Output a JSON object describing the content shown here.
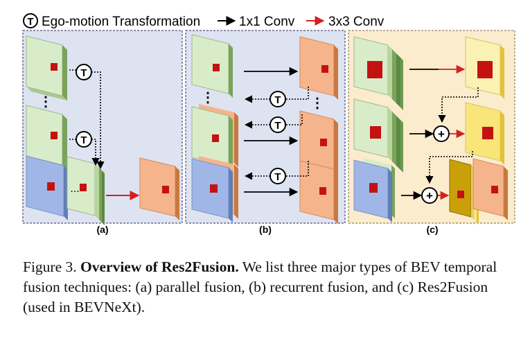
{
  "legend": {
    "t_symbol": "T",
    "ego_label": "Ego-motion Transformation",
    "conv1_label": "1x1 Conv",
    "conv3_label": "3x3 Conv"
  },
  "panels": {
    "a_label": "(a)",
    "b_label": "(b)",
    "c_label": "(c)"
  },
  "diagram": {
    "t_symbol": "T",
    "plus_symbol": "+",
    "dots_h": "...",
    "dots_v": "⋮"
  },
  "caption": {
    "prefix": "Figure 3. ",
    "bold": "Overview of Res2Fusion.",
    "body": " We list three major types of BEV temporal fusion techniques: (a) parallel fusion, (b) recurrent fusion, and (c) Res2Fusion (used in BEVNeXt)."
  },
  "colors": {
    "panel_ab_bg": "#dde3f1",
    "panel_c_bg": "#fbeccd",
    "green_face": "#d9ecca",
    "green_side": "#7aa35c",
    "blue_face": "#9fb6e6",
    "salmon_face": "#f6b48c",
    "yellow_face": "#fbf1b2",
    "yellow_side": "#e3c23c",
    "gold_face": "#c9a00a",
    "red_arrow": "#d42020",
    "square_red": "#c41212"
  }
}
